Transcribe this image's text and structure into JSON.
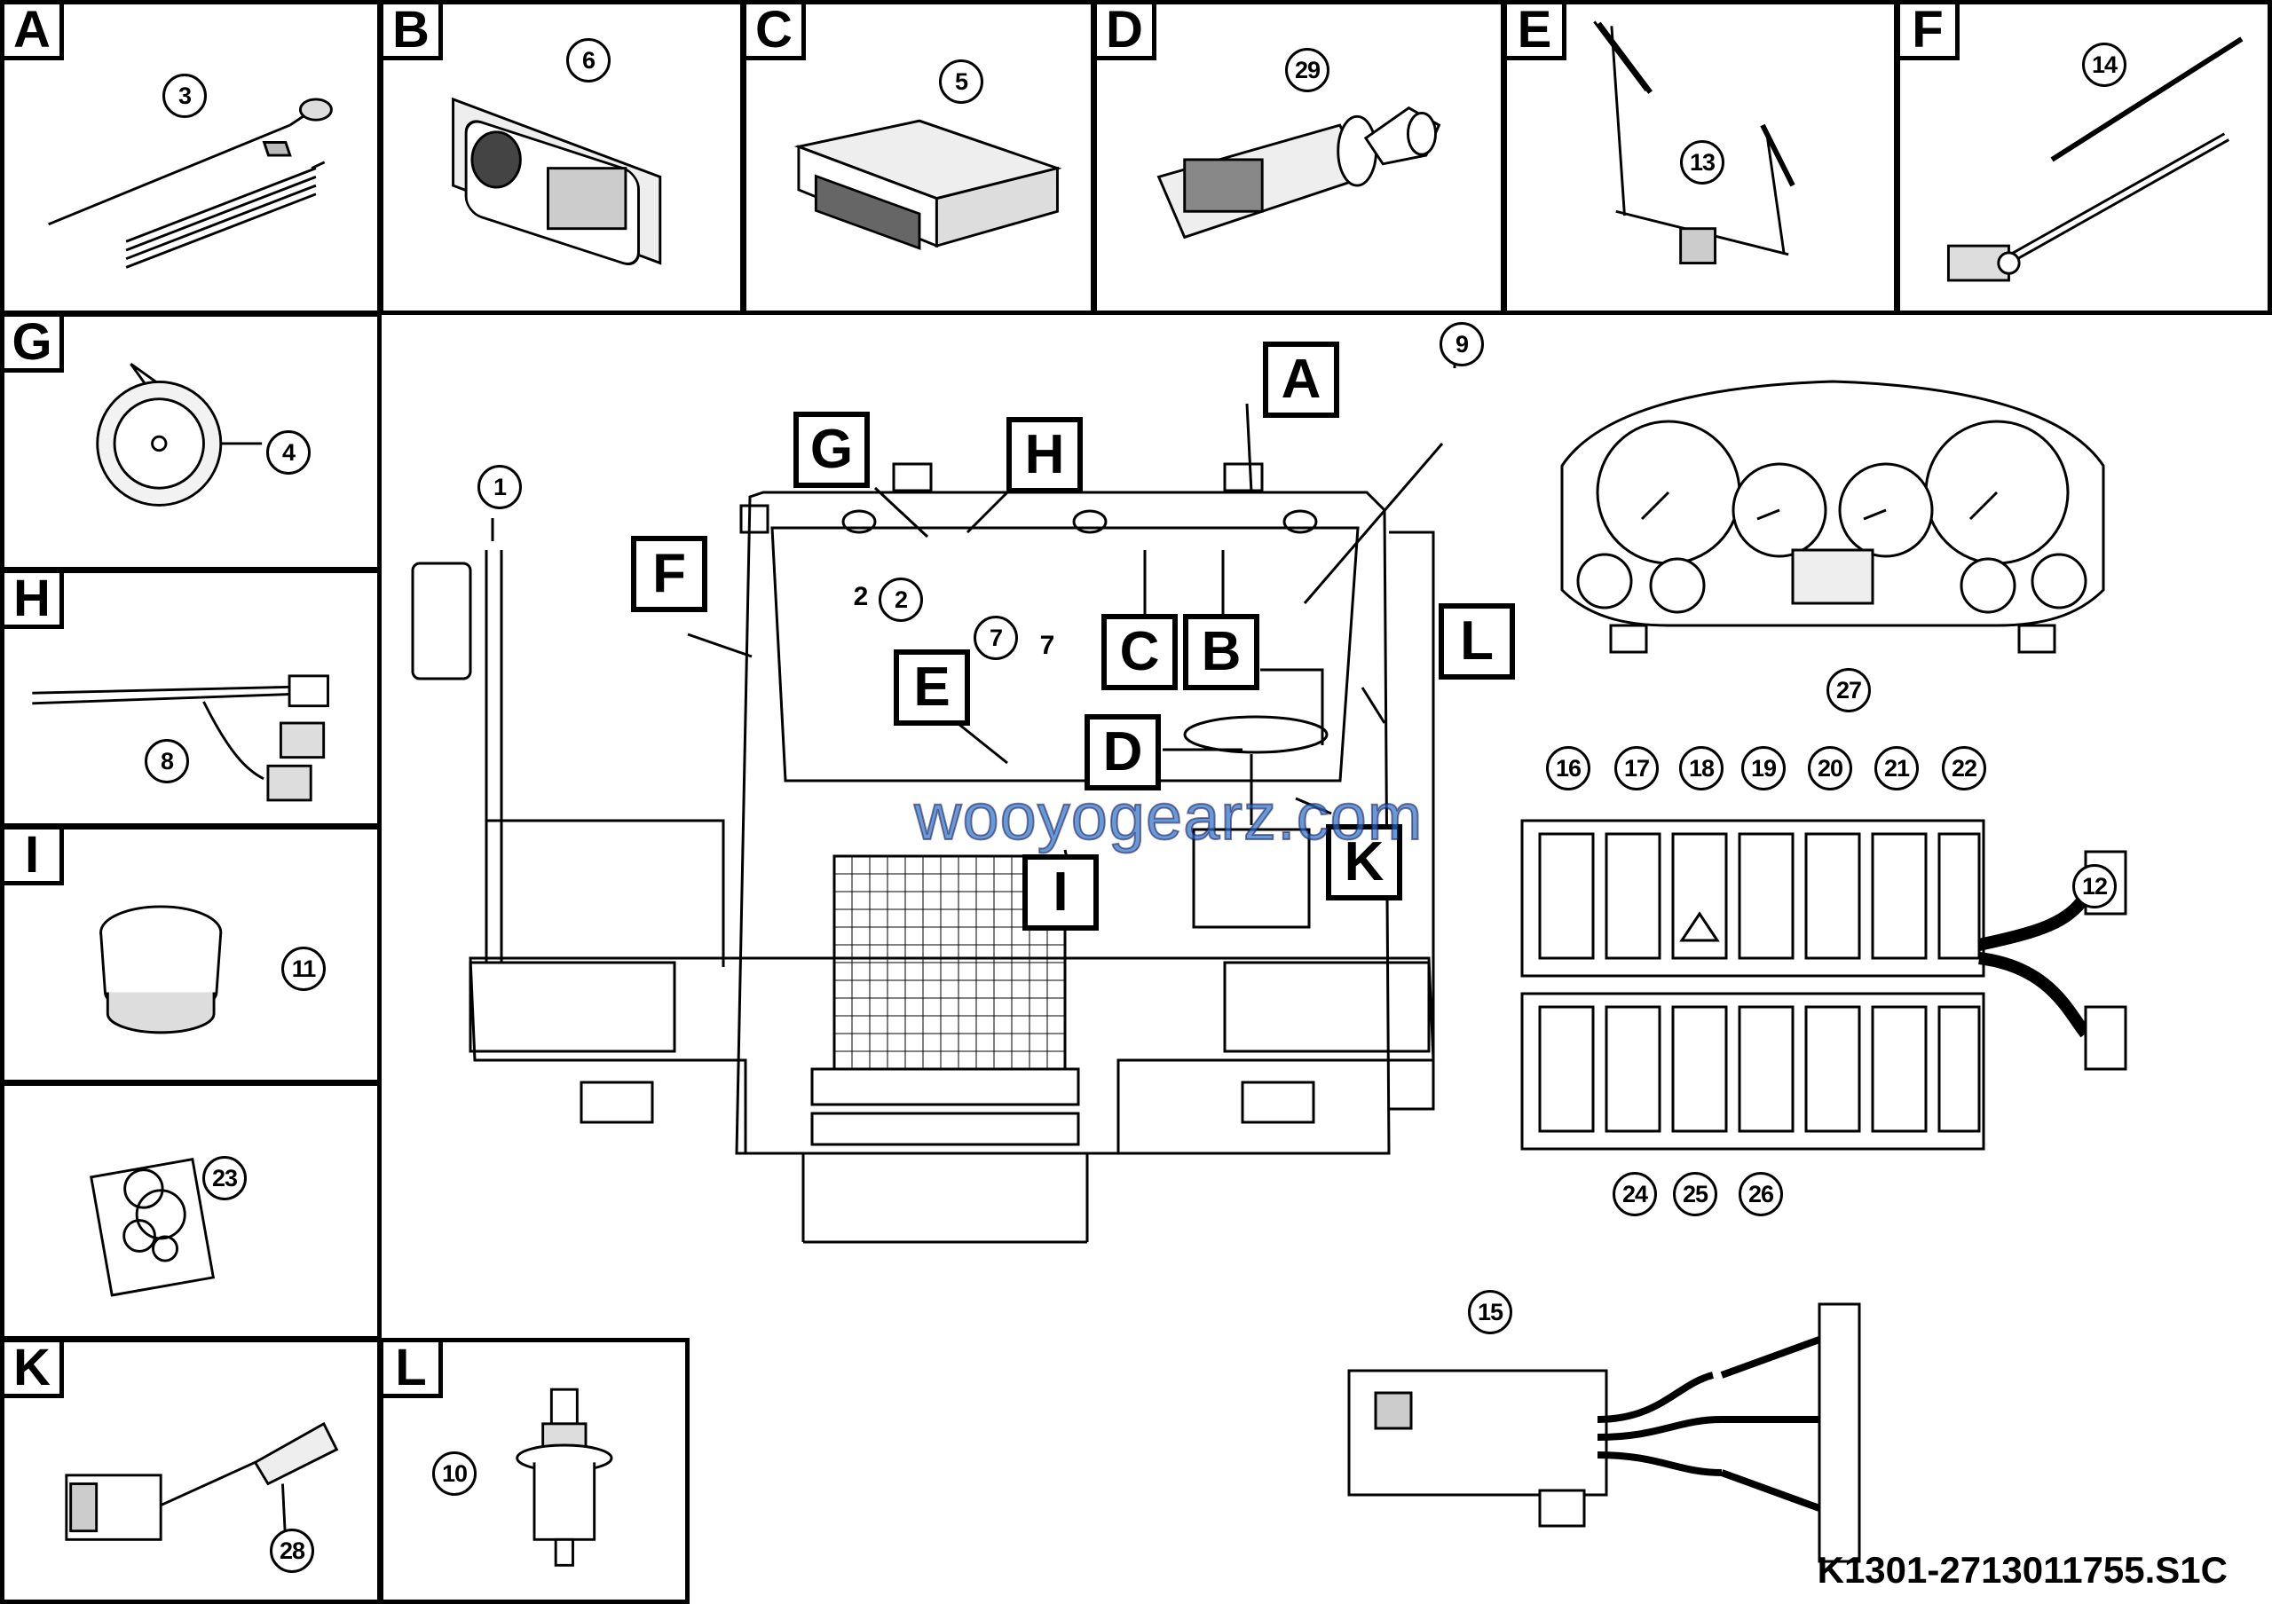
{
  "panels": {
    "A": {
      "letter": "A",
      "parts": [
        "3"
      ]
    },
    "B": {
      "letter": "B",
      "parts": [
        "6"
      ]
    },
    "C": {
      "letter": "C",
      "parts": [
        "5"
      ]
    },
    "D": {
      "letter": "D",
      "parts": [
        "29"
      ]
    },
    "E": {
      "letter": "E",
      "parts": [
        "13"
      ]
    },
    "F": {
      "letter": "F",
      "parts": [
        "14"
      ]
    },
    "G": {
      "letter": "G",
      "parts": [
        "4"
      ]
    },
    "H": {
      "letter": "H",
      "parts": [
        "8"
      ]
    },
    "I": {
      "letter": "I",
      "parts": [
        "11"
      ]
    },
    "J": {
      "parts": [
        "23"
      ]
    },
    "K": {
      "letter": "K",
      "parts": [
        "28"
      ]
    },
    "L": {
      "letter": "L",
      "parts": [
        "10"
      ]
    }
  },
  "main": {
    "location_labels": [
      "A",
      "B",
      "C",
      "D",
      "E",
      "F",
      "G",
      "H",
      "I",
      "K",
      "L"
    ],
    "callouts": [
      "1",
      "2",
      "7",
      "9"
    ],
    "plain_numbers": [
      "2",
      "7"
    ]
  },
  "instrument_cluster": {
    "part": "27"
  },
  "switch_panel": {
    "top_row_parts": [
      "16",
      "17",
      "18",
      "19",
      "20",
      "21",
      "22"
    ],
    "bottom_row_parts": [
      "24",
      "25",
      "26"
    ],
    "harness_part": "12"
  },
  "fuse_box": {
    "part": "15"
  },
  "document_id": "K1301-2713011755.S1C",
  "watermark": "wooyogearz.com"
}
